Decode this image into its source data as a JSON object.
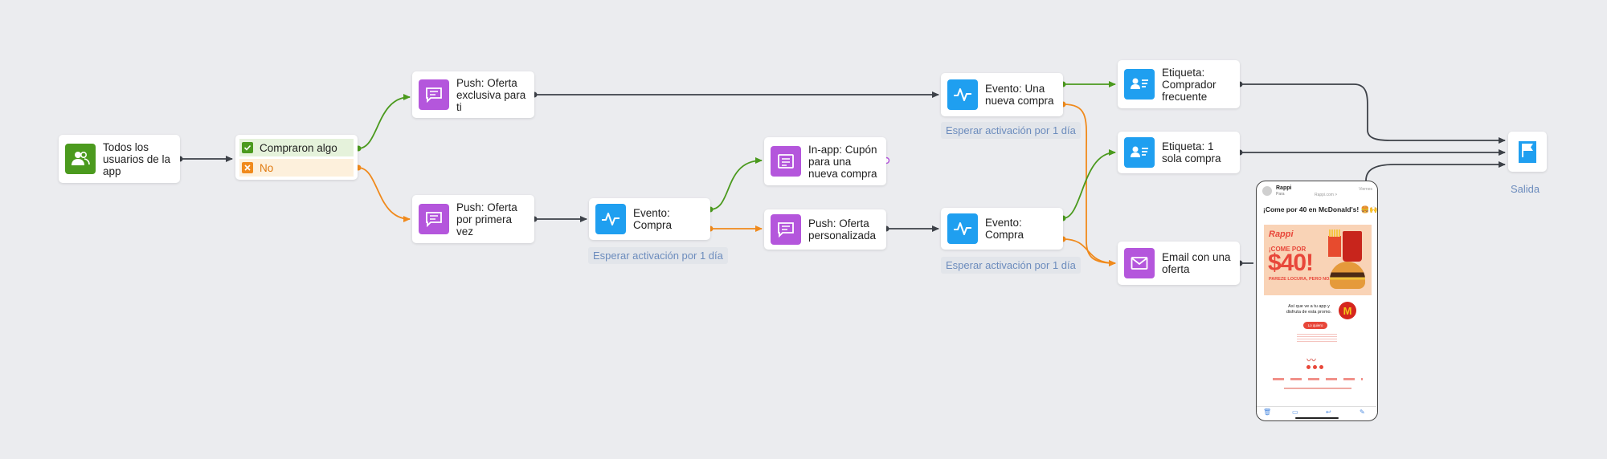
{
  "nodes": {
    "todos": "Todos los usuarios de la app",
    "compraron": "Compraron algo",
    "no": "No",
    "push_exclusiva": "Push: Oferta exclusiva para ti",
    "push_primera": "Push: Oferta por primera vez",
    "evento_compra_1": "Evento: Compra",
    "inapp_cupon": "In-app: Cupón para una nueva compra",
    "push_personalizada": "Push: Oferta personalizada",
    "evento_una_nueva": "Evento: Una nueva compra",
    "evento_compra_2": "Evento: Compra",
    "etiqueta_frecuente": "Etiqueta: Comprador frecuente",
    "etiqueta_sola": "Etiqueta: 1 sola compra",
    "email_oferta": "Email con una oferta",
    "salida": "Salida"
  },
  "waits": {
    "w1": "Esperar activación por 1 día",
    "w2": "Esperar activación por 1 día",
    "w3": "Esperar activación por 1 día"
  },
  "icons": {
    "users": "users-icon",
    "message": "chat-icon",
    "activity": "activity-icon",
    "tag": "contact-card-icon",
    "mail": "mail-icon",
    "flag": "flag-icon"
  },
  "colors": {
    "yes_branch": "#4b9a1e",
    "no_branch": "#f08a1c",
    "default_edge": "#3d4148",
    "push_icon": "#b456dc",
    "event_icon": "#1f9ff0",
    "start_icon": "#4b9a1e",
    "wait_text": "#6c8cbd"
  },
  "email_preview": {
    "sender": "Rappi",
    "para": "Para",
    "email": "Rappi.com >",
    "day": "Viernes",
    "subject": "¡Come por 40 en McDonald's! 🍔🙌",
    "brand": "Rappi",
    "headline": "¡COME POR",
    "price": "$40!",
    "tagline": "PAREZE LOCURA, PERO NO.",
    "body": "Así que ve a tu app y disfruta de esta promo.",
    "cta": "Lo quiero",
    "mc": "M"
  }
}
